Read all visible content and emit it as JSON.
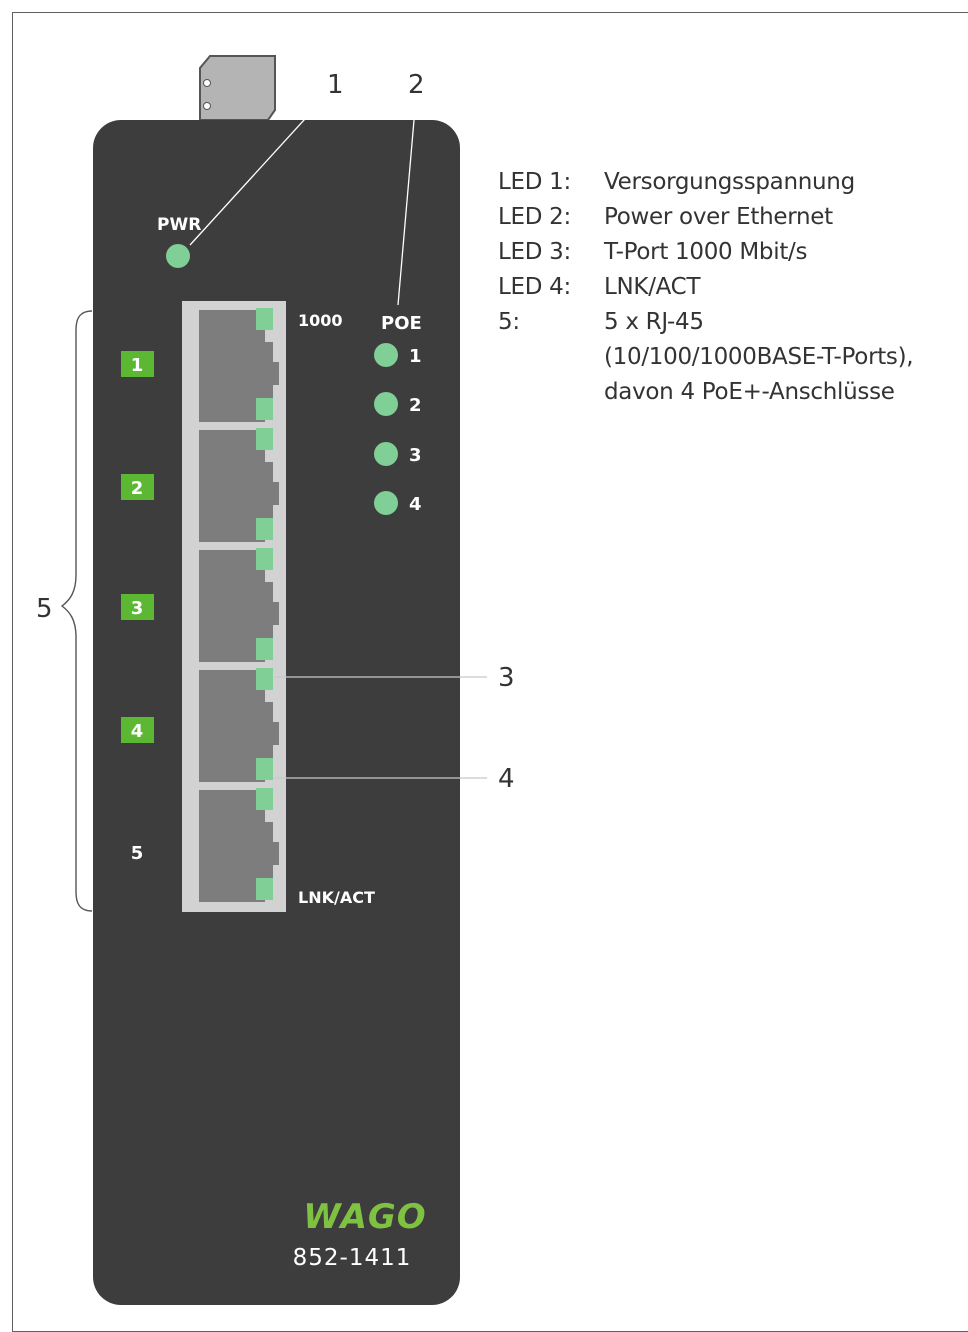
{
  "device": {
    "pwr_label": "PWR",
    "poe_label": "POE",
    "speed_label": "1000",
    "lnk_label": "LNK/ACT",
    "brand": "WAGO",
    "model": "852-1411",
    "port_labels": [
      "1",
      "2",
      "3",
      "4",
      "5"
    ],
    "poe_led_labels": [
      "1",
      "2",
      "3",
      "4"
    ]
  },
  "callouts": {
    "c1": "1",
    "c2": "2",
    "c3": "3",
    "c4": "4",
    "c5": "5"
  },
  "legend": [
    {
      "key": "LED 1:",
      "value": "Versorgungsspannung"
    },
    {
      "key": "LED 2:",
      "value": "Power over Ethernet"
    },
    {
      "key": "LED 3:",
      "value": "T-Port 1000 Mbit/s"
    },
    {
      "key": "LED 4:",
      "value": "LNK/ACT"
    },
    {
      "key": "5:",
      "value": "5 x RJ-45"
    }
  ],
  "legend_extra": [
    "(10/100/1000BASE-T-Ports),",
    "davon 4 PoE+-Anschlüsse"
  ],
  "colors": {
    "housing": "#3d3d3d",
    "port_frame": "#d2d2d2",
    "port_jack": "#7d7d7d",
    "led_green": "#7fcf96",
    "label_green": "#5cb833",
    "line": "#c8c8c8"
  }
}
